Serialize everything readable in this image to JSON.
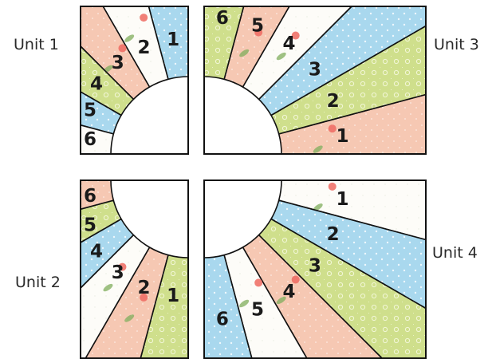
{
  "units": [
    {
      "label": "Unit 1",
      "wedges": [
        {
          "num": "1",
          "fabric": "blue"
        },
        {
          "num": "2",
          "fabric": "white"
        },
        {
          "num": "3",
          "fabric": "pink"
        },
        {
          "num": "4",
          "fabric": "green"
        },
        {
          "num": "5",
          "fabric": "blue"
        },
        {
          "num": "6",
          "fabric": "white"
        }
      ]
    },
    {
      "label": "Unit 2",
      "wedges": [
        {
          "num": "1",
          "fabric": "green"
        },
        {
          "num": "2",
          "fabric": "pink"
        },
        {
          "num": "3",
          "fabric": "white"
        },
        {
          "num": "4",
          "fabric": "blue"
        },
        {
          "num": "5",
          "fabric": "green"
        },
        {
          "num": "6",
          "fabric": "pink"
        }
      ]
    },
    {
      "label": "Unit 3",
      "wedges": [
        {
          "num": "1",
          "fabric": "pink"
        },
        {
          "num": "2",
          "fabric": "green"
        },
        {
          "num": "3",
          "fabric": "blue"
        },
        {
          "num": "4",
          "fabric": "white"
        },
        {
          "num": "5",
          "fabric": "pink"
        },
        {
          "num": "6",
          "fabric": "green"
        }
      ]
    },
    {
      "label": "Unit 4",
      "wedges": [
        {
          "num": "1",
          "fabric": "white"
        },
        {
          "num": "2",
          "fabric": "blue"
        },
        {
          "num": "3",
          "fabric": "green"
        },
        {
          "num": "4",
          "fabric": "pink"
        },
        {
          "num": "5",
          "fabric": "white"
        },
        {
          "num": "6",
          "fabric": "blue"
        }
      ]
    }
  ],
  "colors": {
    "blue": "#a9d8ee",
    "white": "#fdfcf8",
    "pink": "#f6c8b3",
    "green": "#cfdf8c",
    "outline": "#111111",
    "flower_red": "#ee6a62",
    "leaf_green": "#7fae5c"
  }
}
